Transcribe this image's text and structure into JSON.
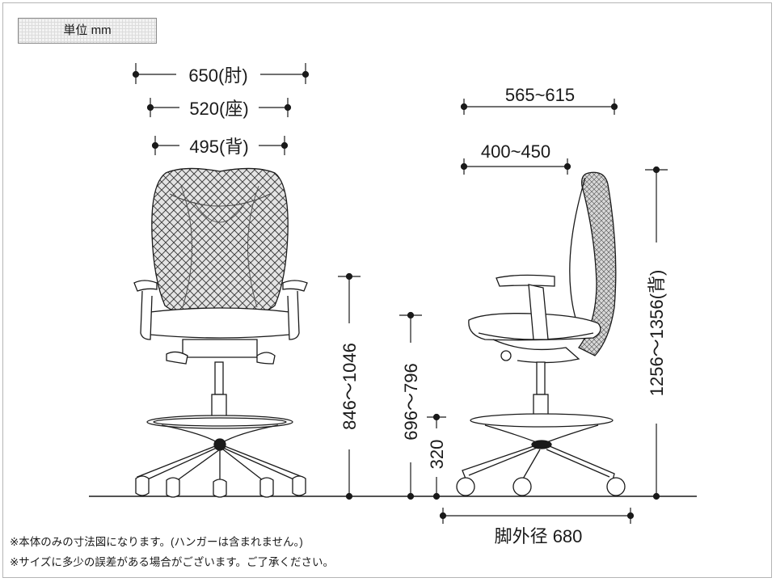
{
  "unit_label": "単位 mm",
  "front_view": {
    "armrest_width": "650(肘)",
    "seat_width": "520(座)",
    "back_width": "495(背)"
  },
  "side_view": {
    "total_depth": "565~615",
    "seat_depth": "400~450",
    "base_diameter": "脚外径 680"
  },
  "heights": {
    "armrest_height": "846〜1046",
    "seat_height": "696〜796",
    "footring_height": "320",
    "back_height": "1256〜1356(背)"
  },
  "notes": [
    "※本体のみの寸法図になります。(ハンガーは含まれません。)",
    "※サイズに多少の誤差がある場合がございます。ご了承ください。"
  ],
  "colors": {
    "line": "#1a1a1a",
    "mesh_fill": "#cfcfcf",
    "frame_border": "#b5b5b5"
  }
}
